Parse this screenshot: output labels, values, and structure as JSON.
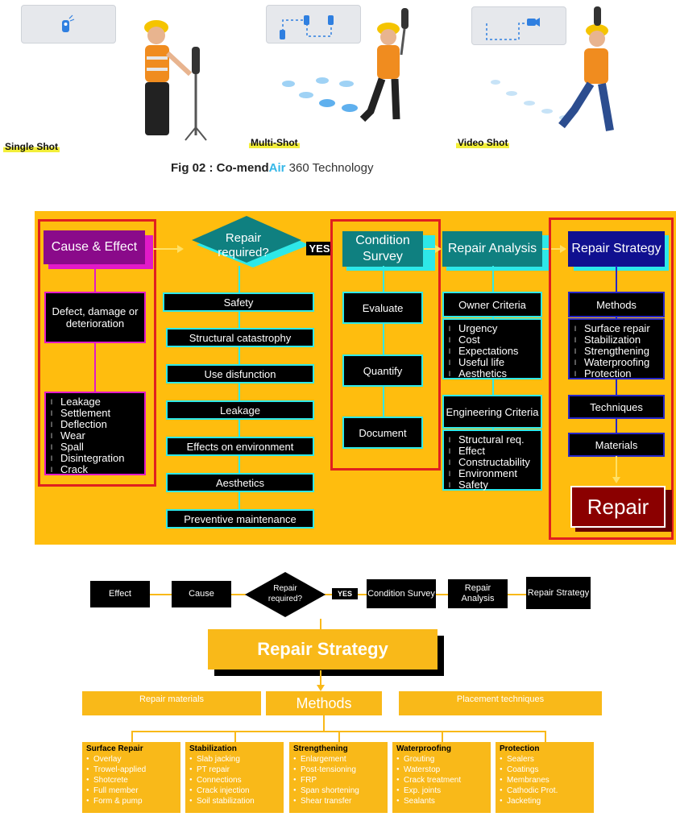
{
  "photos": {
    "single_label": "Single Shot",
    "multi_label": "Multi-Shot",
    "video_label": "Video Shot",
    "figure_caption": {
      "prefix": "Fig 02 : Co-mend",
      "air": "Air",
      "suffix": " 360 Technology"
    }
  },
  "flow": {
    "cause_effect": "Cause & Effect",
    "defect": "Defect, damage or deterioration",
    "defect_list": [
      "Leakage",
      "Settlement",
      "Deflection",
      "Wear",
      "Spall",
      "Disintegration",
      "Crack"
    ],
    "repair_required": "Repair required?",
    "yes": "YES",
    "requirements": [
      "Safety",
      "Structural catastrophy",
      "Use disfunction",
      "Leakage",
      "Effects on environment",
      "Aesthetics",
      "Preventive maintenance"
    ],
    "condition_survey": "Condition Survey",
    "survey_steps": [
      "Evaluate",
      "Quantify",
      "Document"
    ],
    "repair_analysis": "Repair Analysis",
    "owner_criteria": "Owner Criteria",
    "owner_list": [
      "Urgency",
      "Cost",
      "Expectations",
      "Useful life",
      "Aesthetics"
    ],
    "engineering_criteria": "Engineering Criteria",
    "engineering_list": [
      "Structural req.",
      "Effect",
      "Constructability",
      "Environment",
      "Safety"
    ],
    "repair_strategy": "Repair Strategy",
    "methods": "Methods",
    "methods_list": [
      "Surface repair",
      "Stabilization",
      "Strengthening",
      "Waterproofing",
      "Protection"
    ],
    "techniques": "Techniques",
    "materials": "Materials",
    "repair": "Repair"
  },
  "strategy": {
    "top_row": {
      "effect": "Effect",
      "cause": "Cause",
      "repair_required": "Repair required?",
      "yes": "YES",
      "condition_survey": "Condition Survey",
      "repair_analysis": "Repair Analysis",
      "repair_strategy": "Repair Strategy"
    },
    "title": "Repair Strategy",
    "methods": "Methods",
    "repair_materials": "Repair materials",
    "placement_techniques": "Placement techniques",
    "columns": [
      {
        "title": "Surface Repair",
        "items": [
          "Overlay",
          "Trowel-applied",
          "Shotcrete",
          "Full member",
          "Form & pump"
        ]
      },
      {
        "title": "Stabilization",
        "items": [
          "Slab jacking",
          "PT repair",
          "Connections",
          "Crack injection",
          "Soil stabilization"
        ]
      },
      {
        "title": "Strengthening",
        "items": [
          "Enlargement",
          "Post-tensioning",
          "FRP",
          "Span shortening",
          "Shear transfer"
        ]
      },
      {
        "title": "Waterproofing",
        "items": [
          "Grouting",
          "Waterstop",
          "Crack treatment",
          "Exp. joints",
          "Sealants"
        ]
      },
      {
        "title": "Protection",
        "items": [
          "Sealers",
          "Coatings",
          "Membranes",
          "Cathodic Prot.",
          "Jacketing"
        ]
      }
    ]
  },
  "colors": {
    "panel_orange": "#ffbd0e",
    "purple": "#8a0a8a",
    "teal": "#0f8080",
    "navy": "#101090",
    "dark_red": "#8b0000",
    "frame_red": "#e0201f",
    "strategy_orange": "#f9b919"
  }
}
